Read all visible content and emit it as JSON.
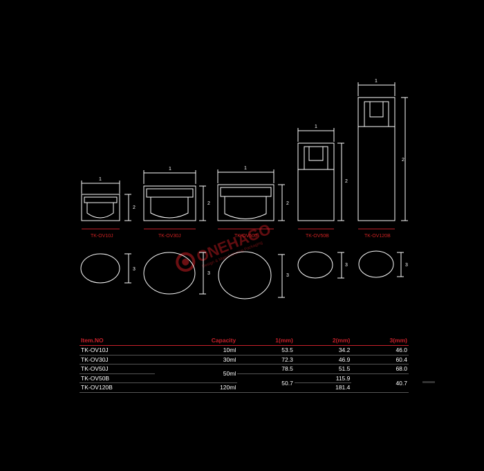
{
  "products": [
    {
      "item": "TK-OV10J"
    },
    {
      "item": "TK-OV30J"
    },
    {
      "item": "TK-OV50J"
    },
    {
      "item": "TK-OV50B"
    },
    {
      "item": "TK-OV120B"
    }
  ],
  "dimension_labels": {
    "width": "1",
    "height": "2",
    "depth": "3"
  },
  "watermark": {
    "brand": "ONEHAGO",
    "tagline": "Design & Manufacturing Packaging"
  },
  "table": {
    "headers": [
      "Item.NO",
      "Capacity",
      "1(mm)",
      "2(mm)",
      "3(mm)"
    ],
    "rows": [
      {
        "item": "TK-OV10J",
        "capacity": "10ml",
        "d1": "53.5",
        "d2": "34.2",
        "d3": "46.0"
      },
      {
        "item": "TK-OV30J",
        "capacity": "30ml",
        "d1": "72.3",
        "d2": "46.9",
        "d3": "60.4"
      },
      {
        "item": "TK-OV50J",
        "capacity": "50ml",
        "d1": "78.5",
        "d2": "51.5",
        "d3": "68.0"
      },
      {
        "item": "TK-OV50B",
        "capacity": "",
        "d1": "50.7",
        "d2": "115.9",
        "d3": "40.7"
      },
      {
        "item": "TK-OV120B",
        "capacity": "120ml",
        "d1": "",
        "d2": "181.4",
        "d3": ""
      }
    ]
  },
  "colors": {
    "accent": "#c8202a",
    "line": "#ffffff",
    "background": "#000000"
  }
}
